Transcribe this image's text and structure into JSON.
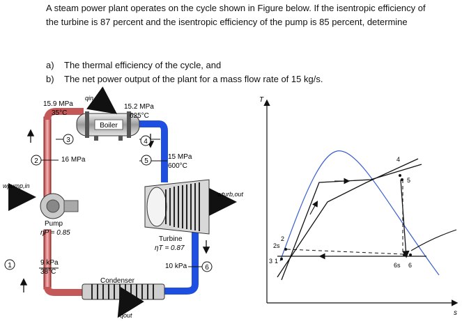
{
  "problem": {
    "statement": "A steam power plant operates on the cycle shown in Figure below. If the isentropic efficiency of the turbine is 87 percent and the isentropic efficiency of the pump is 85 percent, determine",
    "parts": [
      {
        "label": "a)",
        "text": "The thermal efficiency of the cycle, and"
      },
      {
        "label": "b)",
        "text": "The net power output of the plant for a mass flow rate of 15 kg/s."
      }
    ]
  },
  "schematic": {
    "q_in": "qin",
    "q_out": "qout",
    "w_pump_in": "wpump,in",
    "w_turb_out": "wturb,out",
    "state3_pressure": "15.9 MPa",
    "state3_temperature": "35°C",
    "state4_pressure": "15.2 MPa",
    "state4_temperature": "625°C",
    "state5_pressure": "15 MPa",
    "state5_temperature": "600°C",
    "state2_pressure": "16 MPa",
    "state1_pressure": "9 kPa",
    "state1_temperature": "38°C",
    "state6_pressure": "10 kPa",
    "boiler_label": "Boiler",
    "condenser_label": "Condenser",
    "pump_label": "Pump",
    "pump_efficiency": "ηP = 0.85",
    "turbine_label": "Turbine",
    "turbine_efficiency": "ηT = 0.87",
    "state_numbers": [
      "1",
      "2",
      "3",
      "4",
      "5",
      "6"
    ]
  },
  "ts_diagram": {
    "y_axis": "T",
    "x_axis": "s",
    "point_labels": [
      "1",
      "2",
      "2s",
      "3",
      "4",
      "5",
      "6s",
      "6"
    ]
  }
}
